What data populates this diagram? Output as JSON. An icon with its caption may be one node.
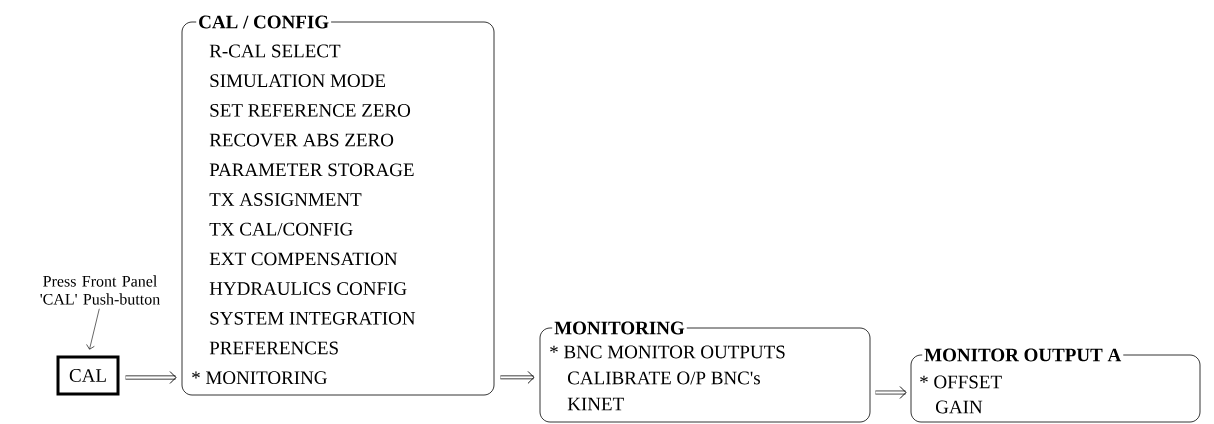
{
  "diagram": {
    "nodes": [
      {
        "text": [
          "Press Front Panel 'CAL' Push-button"
        ]
      },
      {
        "text": [
          "CAL"
        ]
      },
      {
        "text": [
          "CAL / CONFIG",
          "R-CAL SELECT",
          "SIMULATION MODE",
          "SET REFERENCE ZERO",
          "RECOVER ABS ZERO",
          "PARAMETER STORAGE",
          "TX ASSIGNMENT",
          "TX CAL/CONFIG",
          "EXT COMPENSATION",
          "HYDRAULICS CONFIG",
          "SYSTEM INTEGRATION",
          "PREFERENCES",
          "* MONITORING"
        ]
      },
      {
        "text": [
          "MONITORING",
          "* BNC MONITOR OUTPUTS",
          "CALIBRATE O/P BNC's",
          "KINET"
        ]
      },
      {
        "text": [
          "MONITOR OUTPUT A",
          "* OFFSET",
          "GAIN"
        ]
      }
    ],
    "edges": [
      {
        "from": 0,
        "to": 1,
        "arrow": "to"
      },
      {
        "from": 1,
        "to": 2,
        "arrow": "to"
      },
      {
        "from": 2,
        "to": 3,
        "arrow": "to"
      },
      {
        "from": 3,
        "to": 4,
        "arrow": "to"
      }
    ]
  }
}
